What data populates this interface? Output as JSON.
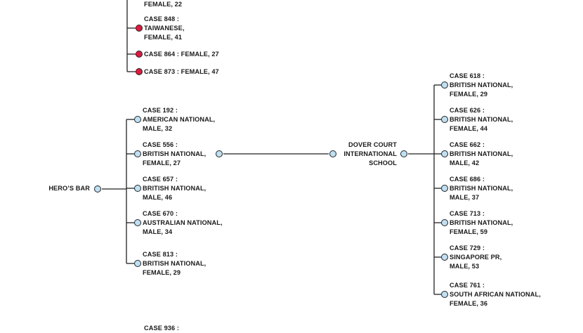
{
  "colors": {
    "local": "#bfe0f4",
    "imported": "#e2173e",
    "line": "#222222"
  },
  "top_group": [
    {
      "lines": [
        "FEMALE, 22"
      ],
      "color": "red"
    },
    {
      "lines": [
        "CASE 848 :",
        "TAIWANESE,",
        "FEMALE, 41"
      ],
      "color": "red"
    },
    {
      "lines": [
        "CASE 864 : FEMALE, 27"
      ],
      "color": "red"
    },
    {
      "lines": [
        "CASE 873 : FEMALE, 47"
      ],
      "color": "red"
    }
  ],
  "hub_left": {
    "label": "HERO’S BAR"
  },
  "hub_right": {
    "lines": [
      "DOVER COURT",
      "INTERNATIONAL",
      "SCHOOL"
    ]
  },
  "left_cases": [
    {
      "lines": [
        "CASE 192 :",
        "AMERICAN NATIONAL,",
        "MALE, 32"
      ]
    },
    {
      "lines": [
        "CASE 556 :",
        "BRITISH NATIONAL,",
        "FEMALE, 27"
      ]
    },
    {
      "lines": [
        "CASE 657 :",
        "BRITISH NATIONAL,",
        "MALE, 46"
      ]
    },
    {
      "lines": [
        "CASE 670 :",
        "AUSTRALIAN NATIONAL,",
        "MALE, 34"
      ]
    },
    {
      "lines": [
        "CASE 813 :",
        "BRITISH NATIONAL,",
        "FEMALE, 29"
      ]
    }
  ],
  "right_cases": [
    {
      "lines": [
        "CASE 618 :",
        "BRITISH NATIONAL,",
        "FEMALE, 29"
      ]
    },
    {
      "lines": [
        "CASE 626 :",
        "BRITISH NATIONAL,",
        "FEMALE, 44"
      ]
    },
    {
      "lines": [
        "CASE 662 :",
        "BRITISH NATIONAL,",
        "MALE, 42"
      ]
    },
    {
      "lines": [
        "CASE 686 :",
        "BRITISH NATIONAL,",
        "MALE, 37"
      ]
    },
    {
      "lines": [
        "CASE 713 :",
        "BRITISH NATIONAL,",
        "FEMALE, 59"
      ]
    },
    {
      "lines": [
        "CASE 729 :",
        "SINGAPORE PR,",
        "MALE, 53"
      ]
    },
    {
      "lines": [
        "CASE 761 :",
        "SOUTH AFRICAN NATIONAL,",
        "FEMALE, 36"
      ]
    }
  ],
  "bottom_partial": {
    "lines": [
      "CASE 936 :"
    ]
  }
}
